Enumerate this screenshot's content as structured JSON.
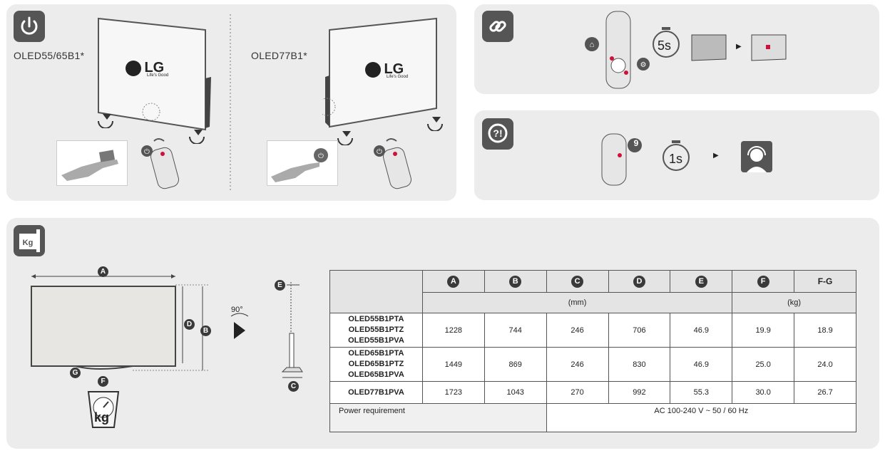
{
  "power_section": {
    "icon": "power-icon",
    "model_left": "OLED55/65B1*",
    "model_right": "OLED77B1*",
    "logo_text": "LG",
    "logo_tagline": "Life's Good"
  },
  "pairing_section": {
    "icon": "link-icon",
    "timer": "5s"
  },
  "support_section": {
    "icon": "question-bubble-icon",
    "remote_key": "9",
    "timer": "1s"
  },
  "dimension_section": {
    "icon": "kg-ruler-icon",
    "rotation": "90°",
    "scale_unit": "kg",
    "labels": {
      "a": "A",
      "b": "B",
      "c": "C",
      "d": "D",
      "e": "E",
      "f": "F",
      "g": "G"
    }
  },
  "spec_table": {
    "columns": [
      "A",
      "B",
      "C",
      "D",
      "E",
      "F",
      "F-G"
    ],
    "unit_mm": "(mm)",
    "unit_kg": "(kg)",
    "rows": [
      {
        "models": [
          "OLED55B1PTA",
          "OLED55B1PTZ",
          "OLED55B1PVA"
        ],
        "values": [
          "1228",
          "744",
          "246",
          "706",
          "46.9",
          "19.9",
          "18.9"
        ]
      },
      {
        "models": [
          "OLED65B1PTA",
          "OLED65B1PTZ",
          "OLED65B1PVA"
        ],
        "values": [
          "1449",
          "869",
          "246",
          "830",
          "46.9",
          "25.0",
          "24.0"
        ]
      },
      {
        "models": [
          "OLED77B1PVA"
        ],
        "values": [
          "1723",
          "1043",
          "270",
          "992",
          "55.3",
          "30.0",
          "26.7"
        ]
      }
    ],
    "power_label": "Power requirement",
    "power_value": "AC 100-240 V ~ 50 / 60 Hz"
  }
}
